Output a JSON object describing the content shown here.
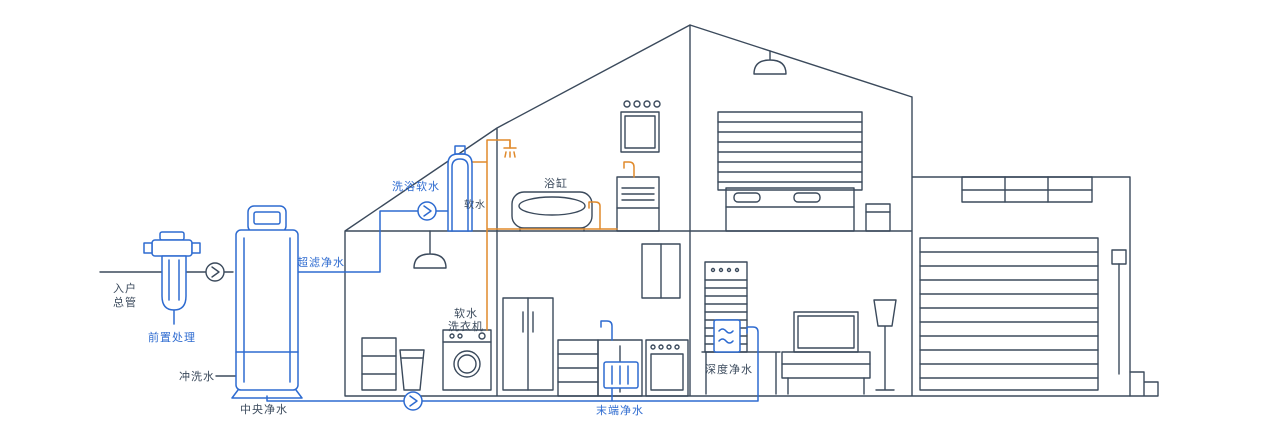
{
  "colors": {
    "structure": "#3b4a5c",
    "equipment_blue": "#2e6bd0",
    "pipe_orange": "#e08a2c",
    "background": "#ffffff"
  },
  "labels": {
    "inlet_line1": "入户",
    "inlet_line2": "总管",
    "pre_treatment": "前置处理",
    "flush_water": "冲洗水",
    "central_purifier": "中央净水",
    "ultrafiltration": "超滤净水",
    "bath_softener": "洗浴软水",
    "soft_water_pipe": "软水",
    "bathtub": "浴缸",
    "washer_line1": "软水",
    "washer_line2": "洗衣机",
    "terminal_purifier": "末端净水",
    "deep_purifier": "深度净水"
  }
}
